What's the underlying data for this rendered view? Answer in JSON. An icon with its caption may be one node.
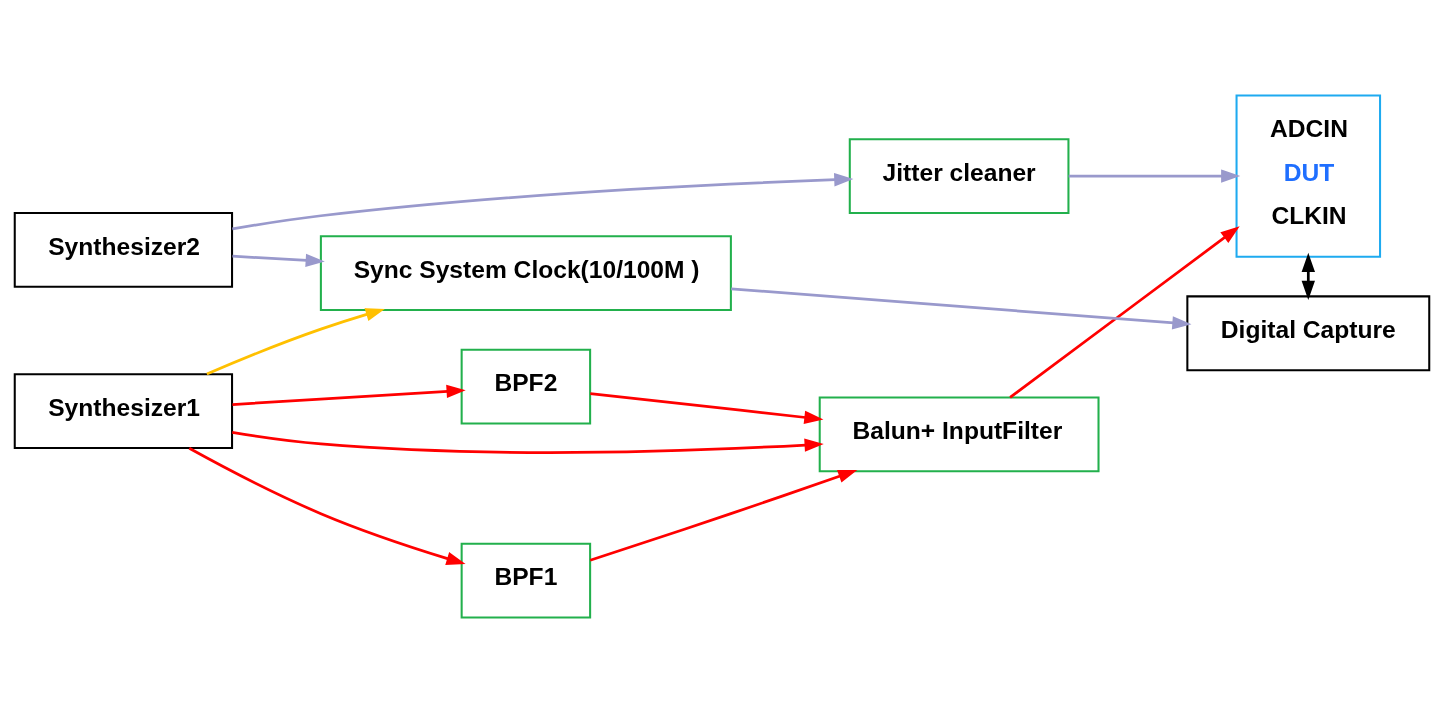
{
  "diagram": {
    "nodes": [
      {
        "text": [
          "Synthesizer1"
        ]
      },
      {
        "text": [
          "BPF1"
        ]
      },
      {
        "text": [
          "BPF2"
        ]
      },
      {
        "text": [
          "Balun+ InputFilter"
        ]
      },
      {
        "text": [
          "ADCIN",
          "DUT",
          "CLKIN"
        ]
      },
      {
        "text": [
          "Synthesizer2"
        ]
      },
      {
        "text": [
          "Jitter cleaner"
        ]
      },
      {
        "text": [
          "Sync System Clock(10/100M )"
        ]
      },
      {
        "text": [
          "Digital Capture"
        ]
      }
    ],
    "edges": [
      {
        "from": 0,
        "to": 1,
        "arrow": "to"
      },
      {
        "from": 0,
        "to": 2,
        "arrow": "to"
      },
      {
        "from": 0,
        "to": 3,
        "arrow": "to"
      },
      {
        "from": 1,
        "to": 3,
        "arrow": "to"
      },
      {
        "from": 2,
        "to": 3,
        "arrow": "to"
      },
      {
        "from": 3,
        "to": 4,
        "arrow": "to"
      },
      {
        "from": 5,
        "to": 6,
        "arrow": "to",
        "color": "#9999cc"
      },
      {
        "from": 6,
        "to": 4,
        "arrow": "to",
        "color": "#9999cc"
      },
      {
        "from": 5,
        "to": 7,
        "arrow": "to",
        "color": "#9999cc"
      },
      {
        "from": 0,
        "to": 7,
        "arrow": "to",
        "color": "#ffc000"
      },
      {
        "from": 7,
        "to": 8,
        "arrow": "to",
        "color": "#9999cc"
      },
      {
        "from": 4,
        "to": 8,
        "arrow": "both",
        "color": "#000000"
      }
    ]
  }
}
